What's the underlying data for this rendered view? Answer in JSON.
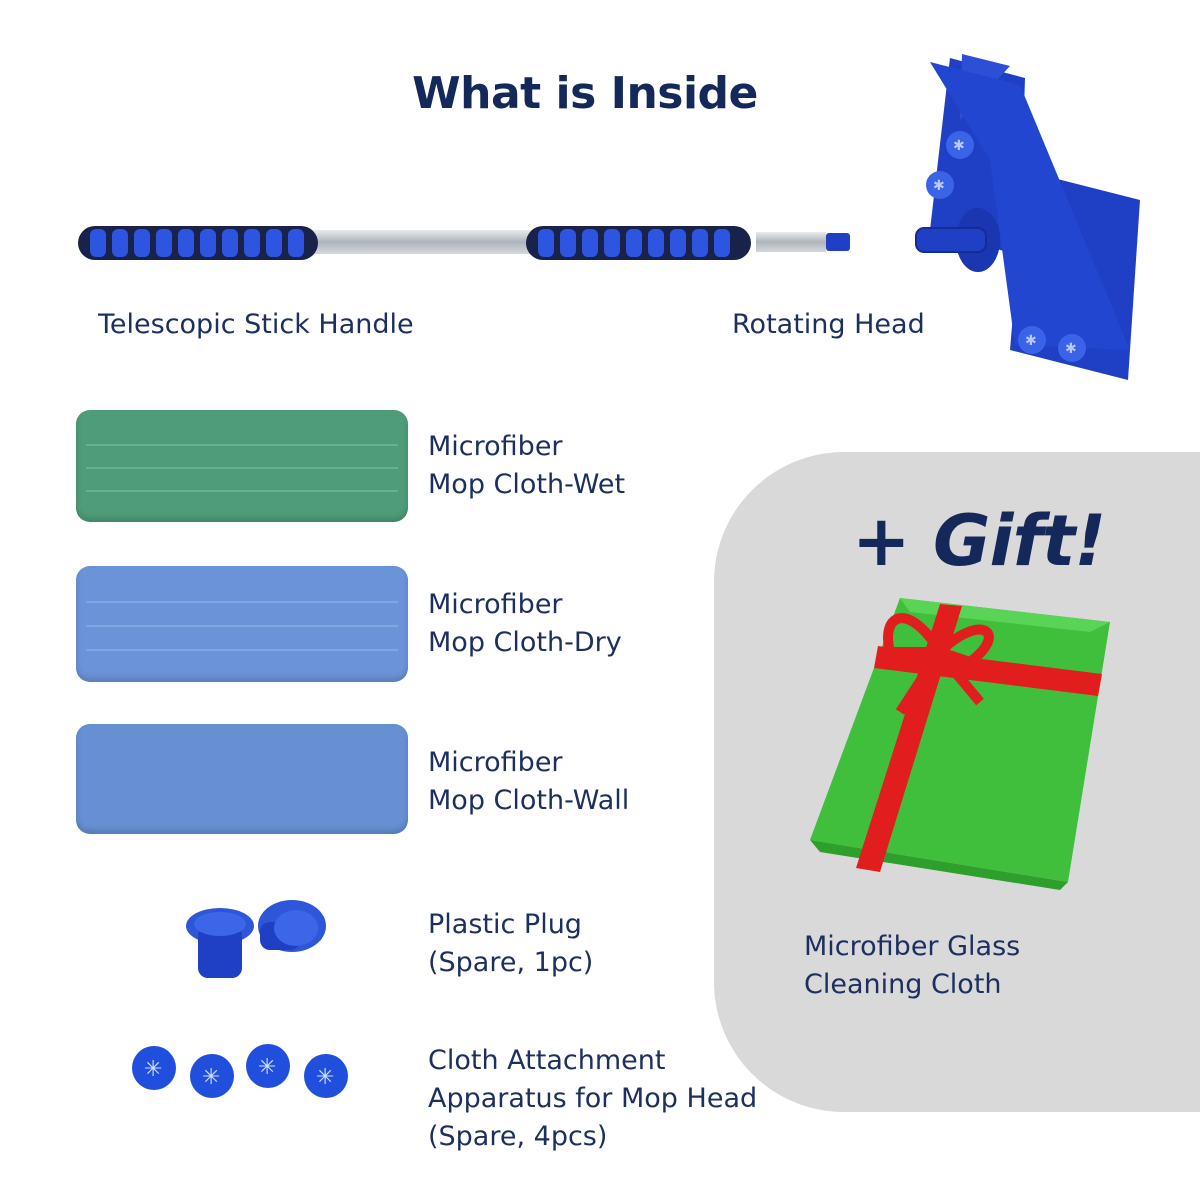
{
  "header": {
    "title": "What is Inside"
  },
  "items": {
    "handle": {
      "label": "Telescopic Stick Handle"
    },
    "head": {
      "label": "Rotating Head"
    },
    "cloth_wet": {
      "line1": "Microfiber",
      "line2": "Mop Cloth-Wet"
    },
    "cloth_dry": {
      "line1": "Microfiber",
      "line2": "Mop Cloth-Dry"
    },
    "cloth_wall": {
      "line1": "Microfiber",
      "line2": "Mop Cloth-Wall"
    },
    "plug": {
      "line1": "Plastic Plug",
      "line2": "(Spare, 1pc)"
    },
    "attachment": {
      "line1": "Cloth Attachment",
      "line2": "Apparatus for Mop Head",
      "line3": "(Spare, 4pcs)"
    }
  },
  "gift": {
    "badge": "+ Gift!",
    "line1": "Microfiber Glass",
    "line2": "Cleaning Cloth"
  },
  "colors": {
    "title": "#14295a",
    "text": "#1c2f5e",
    "mop_blue": "#1f3fc4",
    "cloth_green": "#4f9c78",
    "cloth_blue": "#6b93d8",
    "gift_green": "#3fbf3c",
    "ribbon_red": "#e11d1d",
    "gift_bg": "#d9d9d9"
  },
  "icons": [
    "mop-handle-icon",
    "mop-head-icon",
    "plastic-plug-icon",
    "attachment-disc-icon",
    "gift-cloth-icon"
  ]
}
